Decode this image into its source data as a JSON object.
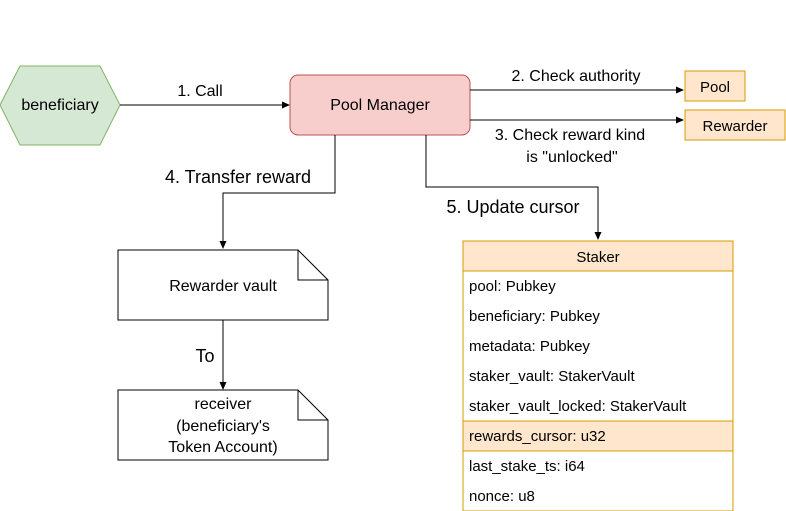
{
  "nodes": {
    "beneficiary": {
      "label": "beneficiary"
    },
    "pool_manager": {
      "label": "Pool Manager"
    },
    "pool": {
      "label": "Pool"
    },
    "rewarder": {
      "label": "Rewarder"
    },
    "rewarder_vault": {
      "label": "Rewarder vault"
    },
    "receiver": {
      "lines": [
        "receiver",
        "(beneficiary's",
        "Token Account)"
      ]
    }
  },
  "edges": {
    "call": "1. Call",
    "check_authority": "2. Check authority",
    "check_reward_kind": [
      "3. Check reward kind",
      "is \"unlocked\""
    ],
    "transfer_reward": "4. Transfer reward",
    "update_cursor": "5. Update cursor",
    "to": "To"
  },
  "staker": {
    "title": "Staker",
    "fields": [
      {
        "text": "pool: Pubkey",
        "highlighted": false
      },
      {
        "text": "beneficiary: Pubkey",
        "highlighted": false
      },
      {
        "text": "metadata: Pubkey",
        "highlighted": false
      },
      {
        "text": "staker_vault: StakerVault",
        "highlighted": false
      },
      {
        "text": "staker_vault_locked: StakerVault",
        "highlighted": false
      },
      {
        "text": "rewards_cursor: u32",
        "highlighted": true
      },
      {
        "text": "last_stake_ts: i64",
        "highlighted": false
      },
      {
        "text": "nonce: u8",
        "highlighted": false
      }
    ]
  },
  "colors": {
    "beneficiary_fill": "#d5e8d4",
    "beneficiary_stroke": "#82b366",
    "manager_fill": "#f8cecc",
    "manager_stroke": "#b85450",
    "orange_fill": "#ffe6cc",
    "orange_stroke": "#d79b00",
    "line": "#000000"
  }
}
